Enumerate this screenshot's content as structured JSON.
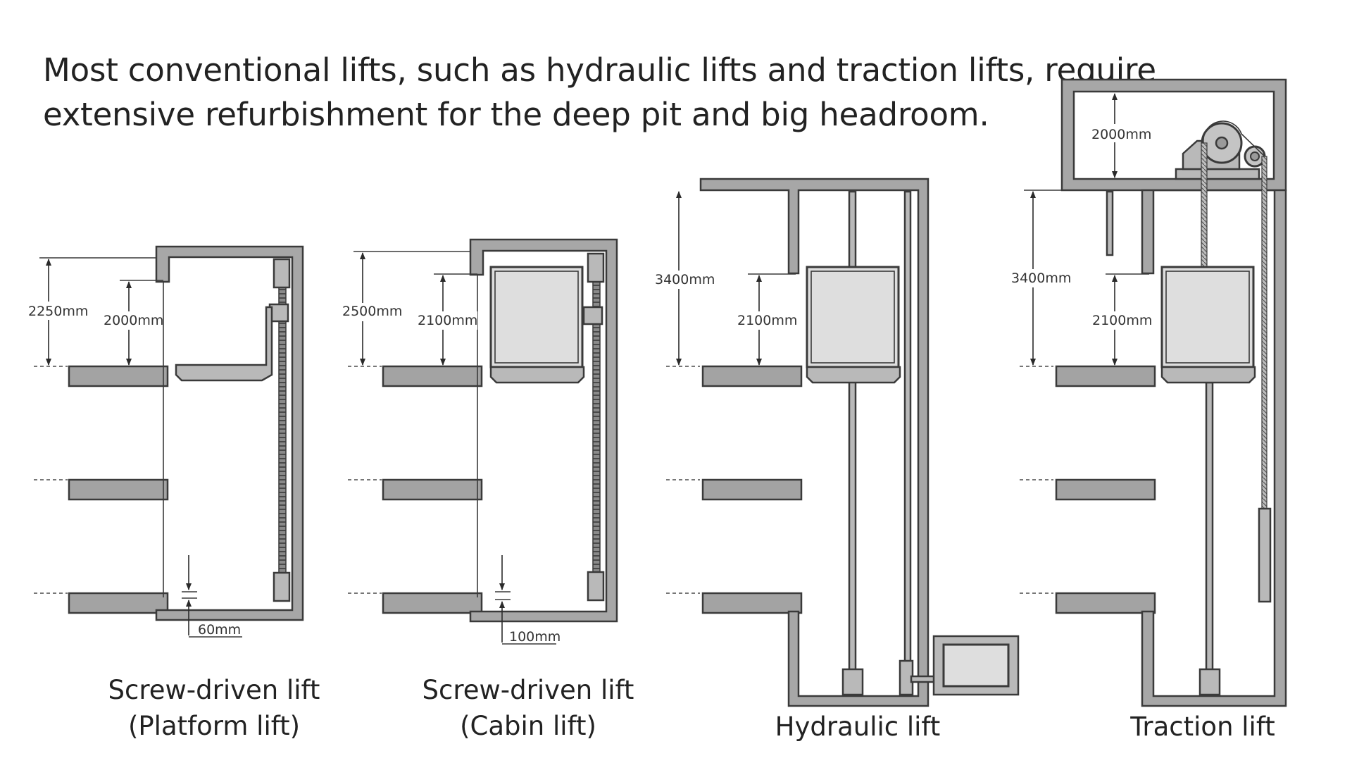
{
  "headline": {
    "line1": "Most conventional lifts, such as hydraulic lifts and traction lifts, require",
    "line2": "extensive refurbishment for the deep pit and big headroom."
  },
  "lifts": [
    {
      "caption_line1": "Screw-driven lift",
      "caption_line2": "(Platform lift)",
      "overall_dimension": "2250mm",
      "cabin_dimension": "2000mm",
      "pit_dimension": "60mm"
    },
    {
      "caption_line1": "Screw-driven lift",
      "caption_line2": "(Cabin lift)",
      "overall_dimension": "2500mm",
      "cabin_dimension": "2100mm",
      "pit_dimension": "100mm"
    },
    {
      "caption_line1": "Hydraulic lift",
      "overall_dimension": "3400mm",
      "cabin_dimension": "2100mm"
    },
    {
      "caption_line1": "Traction lift",
      "machine_room_dimension": "2000mm",
      "overall_dimension": "3400mm",
      "cabin_dimension": "2100mm"
    }
  ]
}
